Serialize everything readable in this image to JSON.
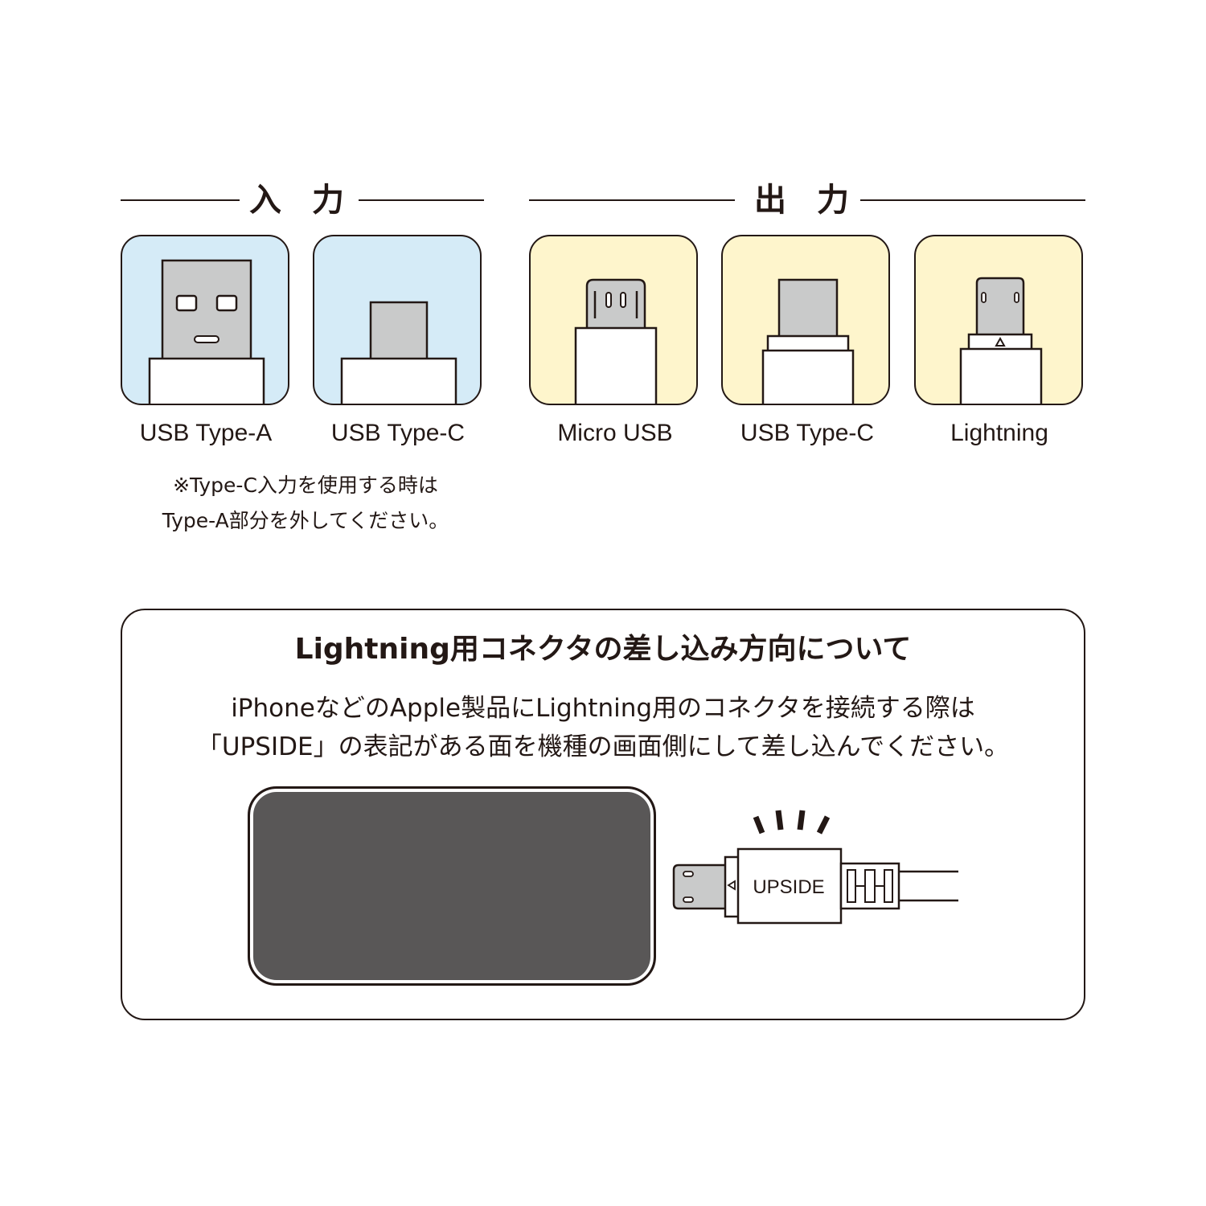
{
  "input_section": {
    "title": "入 力"
  },
  "output_section": {
    "title": "出 力"
  },
  "connectors": {
    "input": [
      {
        "label": "USB Type-A",
        "icon": "usb-type-a-icon"
      },
      {
        "label": "USB Type-C",
        "icon": "usb-type-c-icon"
      }
    ],
    "output": [
      {
        "label": "Micro USB",
        "icon": "micro-usb-icon"
      },
      {
        "label": "USB Type-C",
        "icon": "usb-type-c-icon"
      },
      {
        "label": "Lightning",
        "icon": "lightning-icon"
      }
    ]
  },
  "note": {
    "line1": "※Type-C入力を使用する時は",
    "line2": "Type-A部分を外してください。"
  },
  "lightning_panel": {
    "title": "Lightning用コネクタの差し込み方向について",
    "line1": "iPhoneなどのApple製品にLightning用のコネクタを接続する際は",
    "line2": "「UPSIDE」の表記がある面を機種の画面側にして差し込んでください。",
    "upside_label": "UPSIDE"
  },
  "colors": {
    "input_tile": "#d5ebf7",
    "output_tile": "#fef5cc",
    "device": "#595757",
    "ink": "#231815"
  }
}
